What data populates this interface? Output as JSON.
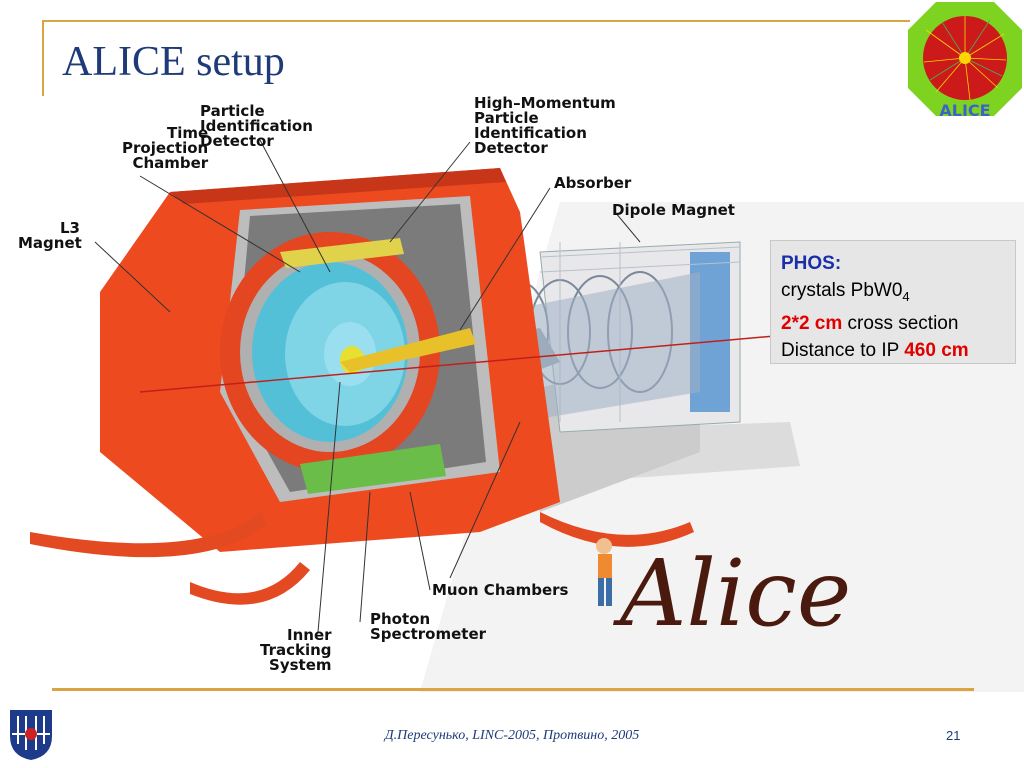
{
  "slide": {
    "title": "ALICE setup",
    "footer": "Д.Пересунько, LINC-2005, Протвино, 2005",
    "page_number": "21",
    "accent_color": "#d9a441",
    "title_color": "#1e3a78"
  },
  "logo": {
    "text": "ALICE",
    "icon": "alice-event-display-icon"
  },
  "labels": {
    "tpc": [
      "Time",
      "Projection",
      "Chamber"
    ],
    "pid": [
      "Particle",
      "Identification",
      "Detector"
    ],
    "hmpid": [
      "High–Momentum",
      "Particle",
      "Identification",
      "Detector"
    ],
    "absorber": "Absorber",
    "dipole": "Dipole Magnet",
    "l3": [
      "L3",
      "Magnet"
    ],
    "muon": "Muon Chambers",
    "photon": [
      "Photon",
      "Spectrometer"
    ],
    "its": [
      "Inner",
      "Tracking",
      "System"
    ]
  },
  "phos": {
    "heading": "PHOS:",
    "line1_text": "crystals PbW0",
    "line1_sub": "4",
    "line2_value": "2*2 cm",
    "line2_text": " cross section",
    "line3_text": "Distance to IP ",
    "line3_value": "460 cm"
  },
  "script_logo": "Alice"
}
